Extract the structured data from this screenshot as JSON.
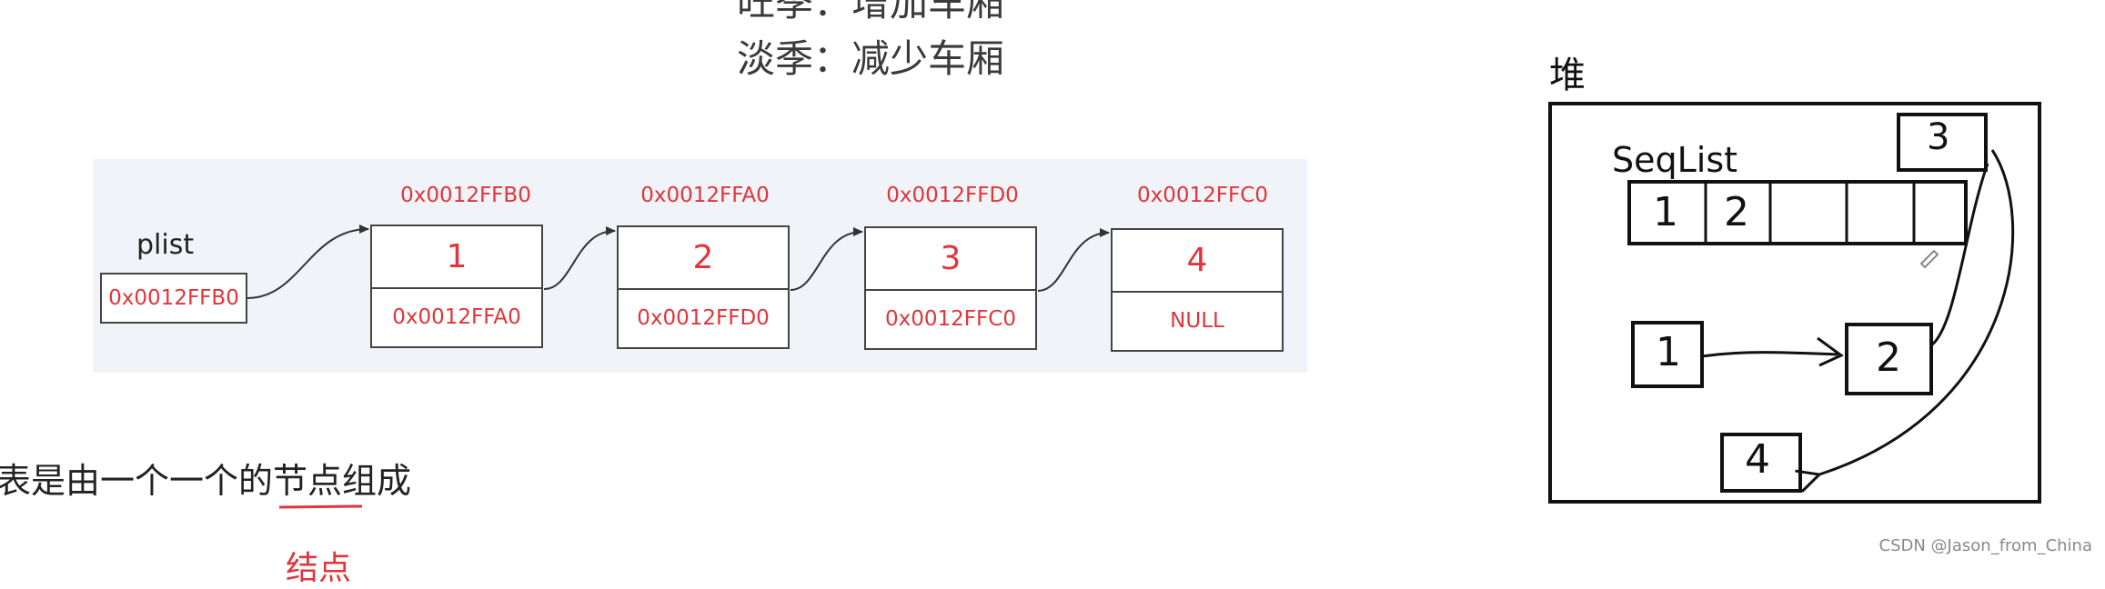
{
  "top_text": {
    "line1": "旺季：增加车厢",
    "line2": "淡季：减少车厢"
  },
  "linked_list": {
    "pointer_label": "plist",
    "pointer_value": "0x0012FFB0",
    "nodes": [
      {
        "address": "0x0012FFB0",
        "value": "1",
        "next": "0x0012FFA0"
      },
      {
        "address": "0x0012FFA0",
        "value": "2",
        "next": "0x0012FFD0"
      },
      {
        "address": "0x0012FFD0",
        "value": "3",
        "next": "0x0012FFC0"
      },
      {
        "address": "0x0012FFC0",
        "value": "4",
        "next": "NULL"
      }
    ]
  },
  "bottom_text": {
    "sentence": "表是由一个一个的节点组成",
    "annotation": "结点"
  },
  "heap": {
    "title": "堆",
    "seqlist_label": "SeqList",
    "seqlist_cells": [
      "1",
      "2",
      "",
      "",
      ""
    ],
    "top_box": "3",
    "node_a": "1",
    "node_b": "2",
    "node_c": "4"
  },
  "watermark": "CSDN @Jason_from_China",
  "colors": {
    "accent_red": "#e0353b",
    "panel_bg": "#f0f3f7"
  }
}
